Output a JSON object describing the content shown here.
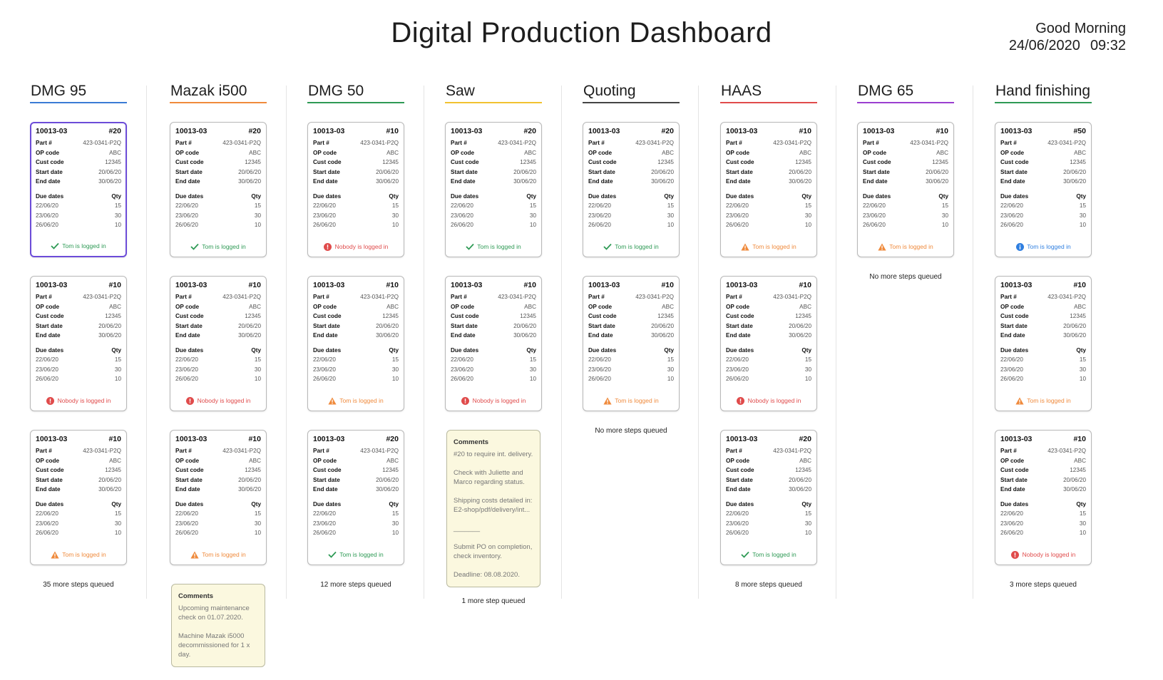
{
  "header": {
    "title": "Digital Production Dashboard",
    "greeting": "Good Morning",
    "date": "24/06/2020",
    "time": "09:32"
  },
  "labels": {
    "part": "Part #",
    "op": "OP code",
    "cust": "Cust code",
    "start": "Start date",
    "end": "End date",
    "due_dates": "Due dates",
    "qty": "Qty",
    "comments": "Comments"
  },
  "columns": [
    {
      "name": "DMG 95",
      "accent": "#3a7bd5",
      "cards": [
        {
          "job": "10013-03",
          "step": "#20",
          "part": "423-0341-P2Q",
          "op": "ABC",
          "cust": "12345",
          "start": "20/06/20",
          "end": "30/06/20",
          "due": [
            {
              "date": "22/06/20",
              "qty": "15"
            },
            {
              "date": "23/06/20",
              "qty": "30"
            },
            {
              "date": "26/06/20",
              "qty": "10"
            }
          ],
          "status": "Tom is logged in",
          "status_type": "ok",
          "status_icon": "check-icon",
          "selected": true
        },
        {
          "job": "10013-03",
          "step": "#10",
          "part": "423-0341-P2Q",
          "op": "ABC",
          "cust": "12345",
          "start": "20/06/20",
          "end": "30/06/20",
          "due": [
            {
              "date": "22/06/20",
              "qty": "15"
            },
            {
              "date": "23/06/20",
              "qty": "30"
            },
            {
              "date": "26/06/20",
              "qty": "10"
            }
          ],
          "status": "Nobody is logged in",
          "status_type": "error",
          "status_icon": "error-icon"
        },
        {
          "job": "10013-03",
          "step": "#10",
          "part": "423-0341-P2Q",
          "op": "ABC",
          "cust": "12345",
          "start": "20/06/20",
          "end": "30/06/20",
          "due": [
            {
              "date": "22/06/20",
              "qty": "15"
            },
            {
              "date": "23/06/20",
              "qty": "30"
            },
            {
              "date": "26/06/20",
              "qty": "10"
            }
          ],
          "status": "Tom is logged in",
          "status_type": "warn",
          "status_icon": "warning-icon"
        }
      ],
      "queue": "35 more steps queued"
    },
    {
      "name": "Mazak i500",
      "accent": "#f08a3c",
      "cards": [
        {
          "job": "10013-03",
          "step": "#20",
          "part": "423-0341-P2Q",
          "op": "ABC",
          "cust": "12345",
          "start": "20/06/20",
          "end": "30/06/20",
          "due": [
            {
              "date": "22/06/20",
              "qty": "15"
            },
            {
              "date": "23/06/20",
              "qty": "30"
            },
            {
              "date": "26/06/20",
              "qty": "10"
            }
          ],
          "status": "Tom is logged in",
          "status_type": "ok",
          "status_icon": "check-icon"
        },
        {
          "job": "10013-03",
          "step": "#10",
          "part": "423-0341-P2Q",
          "op": "ABC",
          "cust": "12345",
          "start": "20/06/20",
          "end": "30/06/20",
          "due": [
            {
              "date": "22/06/20",
              "qty": "15"
            },
            {
              "date": "23/06/20",
              "qty": "30"
            },
            {
              "date": "26/06/20",
              "qty": "10"
            }
          ],
          "status": "Nobody is logged in",
          "status_type": "error",
          "status_icon": "error-icon"
        },
        {
          "job": "10013-03",
          "step": "#10",
          "part": "423-0341-P2Q",
          "op": "ABC",
          "cust": "12345",
          "start": "20/06/20",
          "end": "30/06/20",
          "due": [
            {
              "date": "22/06/20",
              "qty": "15"
            },
            {
              "date": "23/06/20",
              "qty": "30"
            },
            {
              "date": "26/06/20",
              "qty": "10"
            }
          ],
          "status": "Tom is logged in",
          "status_type": "warn",
          "status_icon": "warning-icon"
        }
      ],
      "comment": {
        "lines": [
          "Upcoming maintenance check on 01.07.2020.",
          "Machine Mazak i5000 decommissioned for 1 x day."
        ]
      },
      "queue": ""
    },
    {
      "name": "DMG 50",
      "accent": "#2e9a55",
      "cards": [
        {
          "job": "10013-03",
          "step": "#10",
          "part": "423-0341-P2Q",
          "op": "ABC",
          "cust": "12345",
          "start": "20/06/20",
          "end": "30/06/20",
          "due": [
            {
              "date": "22/06/20",
              "qty": "15"
            },
            {
              "date": "23/06/20",
              "qty": "30"
            },
            {
              "date": "26/06/20",
              "qty": "10"
            }
          ],
          "status": "Nobody is logged in",
          "status_type": "error",
          "status_icon": "error-icon"
        },
        {
          "job": "10013-03",
          "step": "#10",
          "part": "423-0341-P2Q",
          "op": "ABC",
          "cust": "12345",
          "start": "20/06/20",
          "end": "30/06/20",
          "due": [
            {
              "date": "22/06/20",
              "qty": "15"
            },
            {
              "date": "23/06/20",
              "qty": "30"
            },
            {
              "date": "26/06/20",
              "qty": "10"
            }
          ],
          "status": "Tom is logged in",
          "status_type": "warn",
          "status_icon": "warning-icon"
        },
        {
          "job": "10013-03",
          "step": "#20",
          "part": "423-0341-P2Q",
          "op": "ABC",
          "cust": "12345",
          "start": "20/06/20",
          "end": "30/06/20",
          "due": [
            {
              "date": "22/06/20",
              "qty": "15"
            },
            {
              "date": "23/06/20",
              "qty": "30"
            },
            {
              "date": "26/06/20",
              "qty": "10"
            }
          ],
          "status": "Tom is logged in",
          "status_type": "ok",
          "status_icon": "check-icon"
        }
      ],
      "queue": "12 more steps queued"
    },
    {
      "name": "Saw",
      "accent": "#f2c230",
      "cards": [
        {
          "job": "10013-03",
          "step": "#20",
          "part": "423-0341-P2Q",
          "op": "ABC",
          "cust": "12345",
          "start": "20/06/20",
          "end": "30/06/20",
          "due": [
            {
              "date": "22/06/20",
              "qty": "15"
            },
            {
              "date": "23/06/20",
              "qty": "30"
            },
            {
              "date": "26/06/20",
              "qty": "10"
            }
          ],
          "status": "Tom is logged in",
          "status_type": "ok",
          "status_icon": "check-icon"
        },
        {
          "job": "10013-03",
          "step": "#10",
          "part": "423-0341-P2Q",
          "op": "ABC",
          "cust": "12345",
          "start": "20/06/20",
          "end": "30/06/20",
          "due": [
            {
              "date": "22/06/20",
              "qty": "15"
            },
            {
              "date": "23/06/20",
              "qty": "30"
            },
            {
              "date": "26/06/20",
              "qty": "10"
            }
          ],
          "status": "Nobody is logged in",
          "status_type": "error",
          "status_icon": "error-icon"
        }
      ],
      "comment": {
        "lines": [
          "#20 to require int. delivery.",
          "Check with Juliette and Marco regarding status.",
          "Shipping costs detailed in: E2-shop/pdf/delivery/int...",
          "_______",
          "Submit PO on completion, check inventory.",
          "Deadline: 08.08.2020."
        ]
      },
      "queue": "1 more step queued"
    },
    {
      "name": "Quoting",
      "accent": "#444444",
      "cards": [
        {
          "job": "10013-03",
          "step": "#20",
          "part": "423-0341-P2Q",
          "op": "ABC",
          "cust": "12345",
          "start": "20/06/20",
          "end": "30/06/20",
          "due": [
            {
              "date": "22/06/20",
              "qty": "15"
            },
            {
              "date": "23/06/20",
              "qty": "30"
            },
            {
              "date": "26/06/20",
              "qty": "10"
            }
          ],
          "status": "Tom is logged in",
          "status_type": "ok",
          "status_icon": "check-icon"
        },
        {
          "job": "10013-03",
          "step": "#10",
          "part": "423-0341-P2Q",
          "op": "ABC",
          "cust": "12345",
          "start": "20/06/20",
          "end": "30/06/20",
          "due": [
            {
              "date": "22/06/20",
              "qty": "15"
            },
            {
              "date": "23/06/20",
              "qty": "30"
            },
            {
              "date": "26/06/20",
              "qty": "10"
            }
          ],
          "status": "Tom is logged in",
          "status_type": "warn",
          "status_icon": "warning-icon"
        }
      ],
      "queue": "No more steps queued"
    },
    {
      "name": "HAAS",
      "accent": "#e04b4b",
      "cards": [
        {
          "job": "10013-03",
          "step": "#10",
          "part": "423-0341-P2Q",
          "op": "ABC",
          "cust": "12345",
          "start": "20/06/20",
          "end": "30/06/20",
          "due": [
            {
              "date": "22/06/20",
              "qty": "15"
            },
            {
              "date": "23/06/20",
              "qty": "30"
            },
            {
              "date": "26/06/20",
              "qty": "10"
            }
          ],
          "status": "Tom is logged in",
          "status_type": "warn",
          "status_icon": "warning-icon"
        },
        {
          "job": "10013-03",
          "step": "#10",
          "part": "423-0341-P2Q",
          "op": "ABC",
          "cust": "12345",
          "start": "20/06/20",
          "end": "30/06/20",
          "due": [
            {
              "date": "22/06/20",
              "qty": "15"
            },
            {
              "date": "23/06/20",
              "qty": "30"
            },
            {
              "date": "26/06/20",
              "qty": "10"
            }
          ],
          "status": "Nobody is logged in",
          "status_type": "error",
          "status_icon": "error-icon"
        },
        {
          "job": "10013-03",
          "step": "#20",
          "part": "423-0341-P2Q",
          "op": "ABC",
          "cust": "12345",
          "start": "20/06/20",
          "end": "30/06/20",
          "due": [
            {
              "date": "22/06/20",
              "qty": "15"
            },
            {
              "date": "23/06/20",
              "qty": "30"
            },
            {
              "date": "26/06/20",
              "qty": "10"
            }
          ],
          "status": "Tom is logged in",
          "status_type": "ok",
          "status_icon": "check-icon"
        }
      ],
      "queue": "8 more steps queued"
    },
    {
      "name": "DMG 65",
      "accent": "#9b3fd0",
      "cards": [
        {
          "job": "10013-03",
          "step": "#10",
          "part": "423-0341-P2Q",
          "op": "ABC",
          "cust": "12345",
          "start": "20/06/20",
          "end": "30/06/20",
          "due": [
            {
              "date": "22/06/20",
              "qty": "15"
            },
            {
              "date": "23/06/20",
              "qty": "30"
            },
            {
              "date": "26/06/20",
              "qty": "10"
            }
          ],
          "status": "Tom is logged in",
          "status_type": "warn",
          "status_icon": "warning-icon"
        }
      ],
      "queue": "No more steps queued"
    },
    {
      "name": "Hand finishing",
      "accent": "#2e9a55",
      "cards": [
        {
          "job": "10013-03",
          "step": "#50",
          "part": "423-0341-P2Q",
          "op": "ABC",
          "cust": "12345",
          "start": "20/06/20",
          "end": "30/06/20",
          "due": [
            {
              "date": "22/06/20",
              "qty": "15"
            },
            {
              "date": "23/06/20",
              "qty": "30"
            },
            {
              "date": "26/06/20",
              "qty": "10"
            }
          ],
          "status": "Tom is logged in",
          "status_type": "info",
          "status_icon": "info-icon"
        },
        {
          "job": "10013-03",
          "step": "#10",
          "part": "423-0341-P2Q",
          "op": "ABC",
          "cust": "12345",
          "start": "20/06/20",
          "end": "30/06/20",
          "due": [
            {
              "date": "22/06/20",
              "qty": "15"
            },
            {
              "date": "23/06/20",
              "qty": "30"
            },
            {
              "date": "26/06/20",
              "qty": "10"
            }
          ],
          "status": "Tom is logged in",
          "status_type": "warn",
          "status_icon": "warning-icon"
        },
        {
          "job": "10013-03",
          "step": "#10",
          "part": "423-0341-P2Q",
          "op": "ABC",
          "cust": "12345",
          "start": "20/06/20",
          "end": "30/06/20",
          "due": [
            {
              "date": "22/06/20",
              "qty": "15"
            },
            {
              "date": "23/06/20",
              "qty": "30"
            },
            {
              "date": "26/06/20",
              "qty": "10"
            }
          ],
          "status": "Nobody is logged in",
          "status_type": "error",
          "status_icon": "error-icon"
        }
      ],
      "queue": "3 more steps queued"
    }
  ]
}
